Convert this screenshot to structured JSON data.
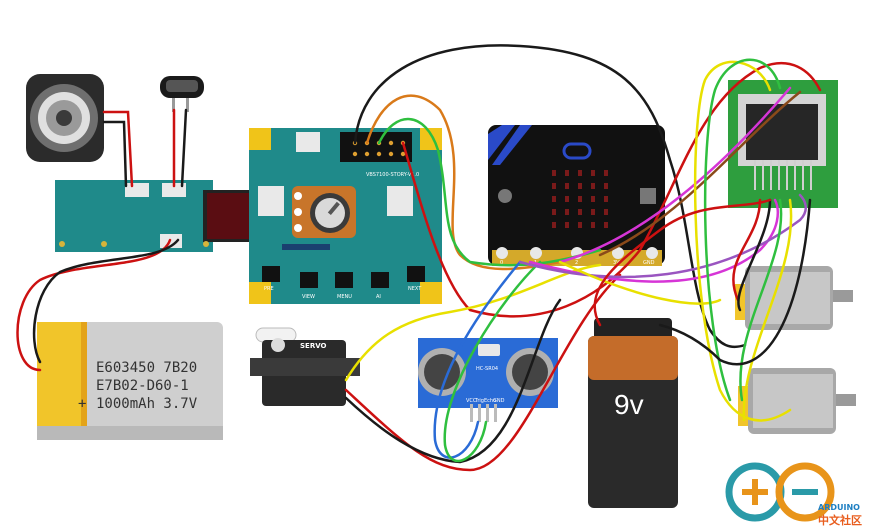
{
  "components": {
    "battery_lipo": {
      "lines": [
        "E603450 7B20",
        "E7B02-D60-1",
        "1000mAh 3.7V"
      ],
      "plus": "+"
    },
    "battery_9v": {
      "label": "9v"
    },
    "controller_board": {
      "model": "VBS7100-STORY-V1.0",
      "buttons": [
        "PRE",
        "VIEW",
        "MENU",
        "AI",
        "NEXT"
      ]
    },
    "microbit": {
      "pin_labels": [
        "0",
        "1",
        "2",
        "3V",
        "GND"
      ]
    },
    "servo": {
      "label": "SERVO"
    },
    "ultrasonic": {
      "model": "HC-SR04",
      "pins": [
        "VCC",
        "Trig",
        "Echo",
        "GND"
      ]
    },
    "logo": {
      "text": "ARDUINO",
      "cn": "中文社区"
    }
  },
  "colors": {
    "pcb_teal": "#1f8a8a",
    "pcb_green": "#2e9e3e",
    "wire_red": "#cc1111",
    "wire_black": "#1a1a1a",
    "wire_orange": "#d97a1a",
    "wire_yellow": "#e8e000",
    "wire_green": "#2fbf3f",
    "wire_blue": "#2a6bd6",
    "wire_magenta": "#d635d6",
    "wire_purple": "#9a55c0",
    "wire_brown": "#8a4a1a"
  }
}
